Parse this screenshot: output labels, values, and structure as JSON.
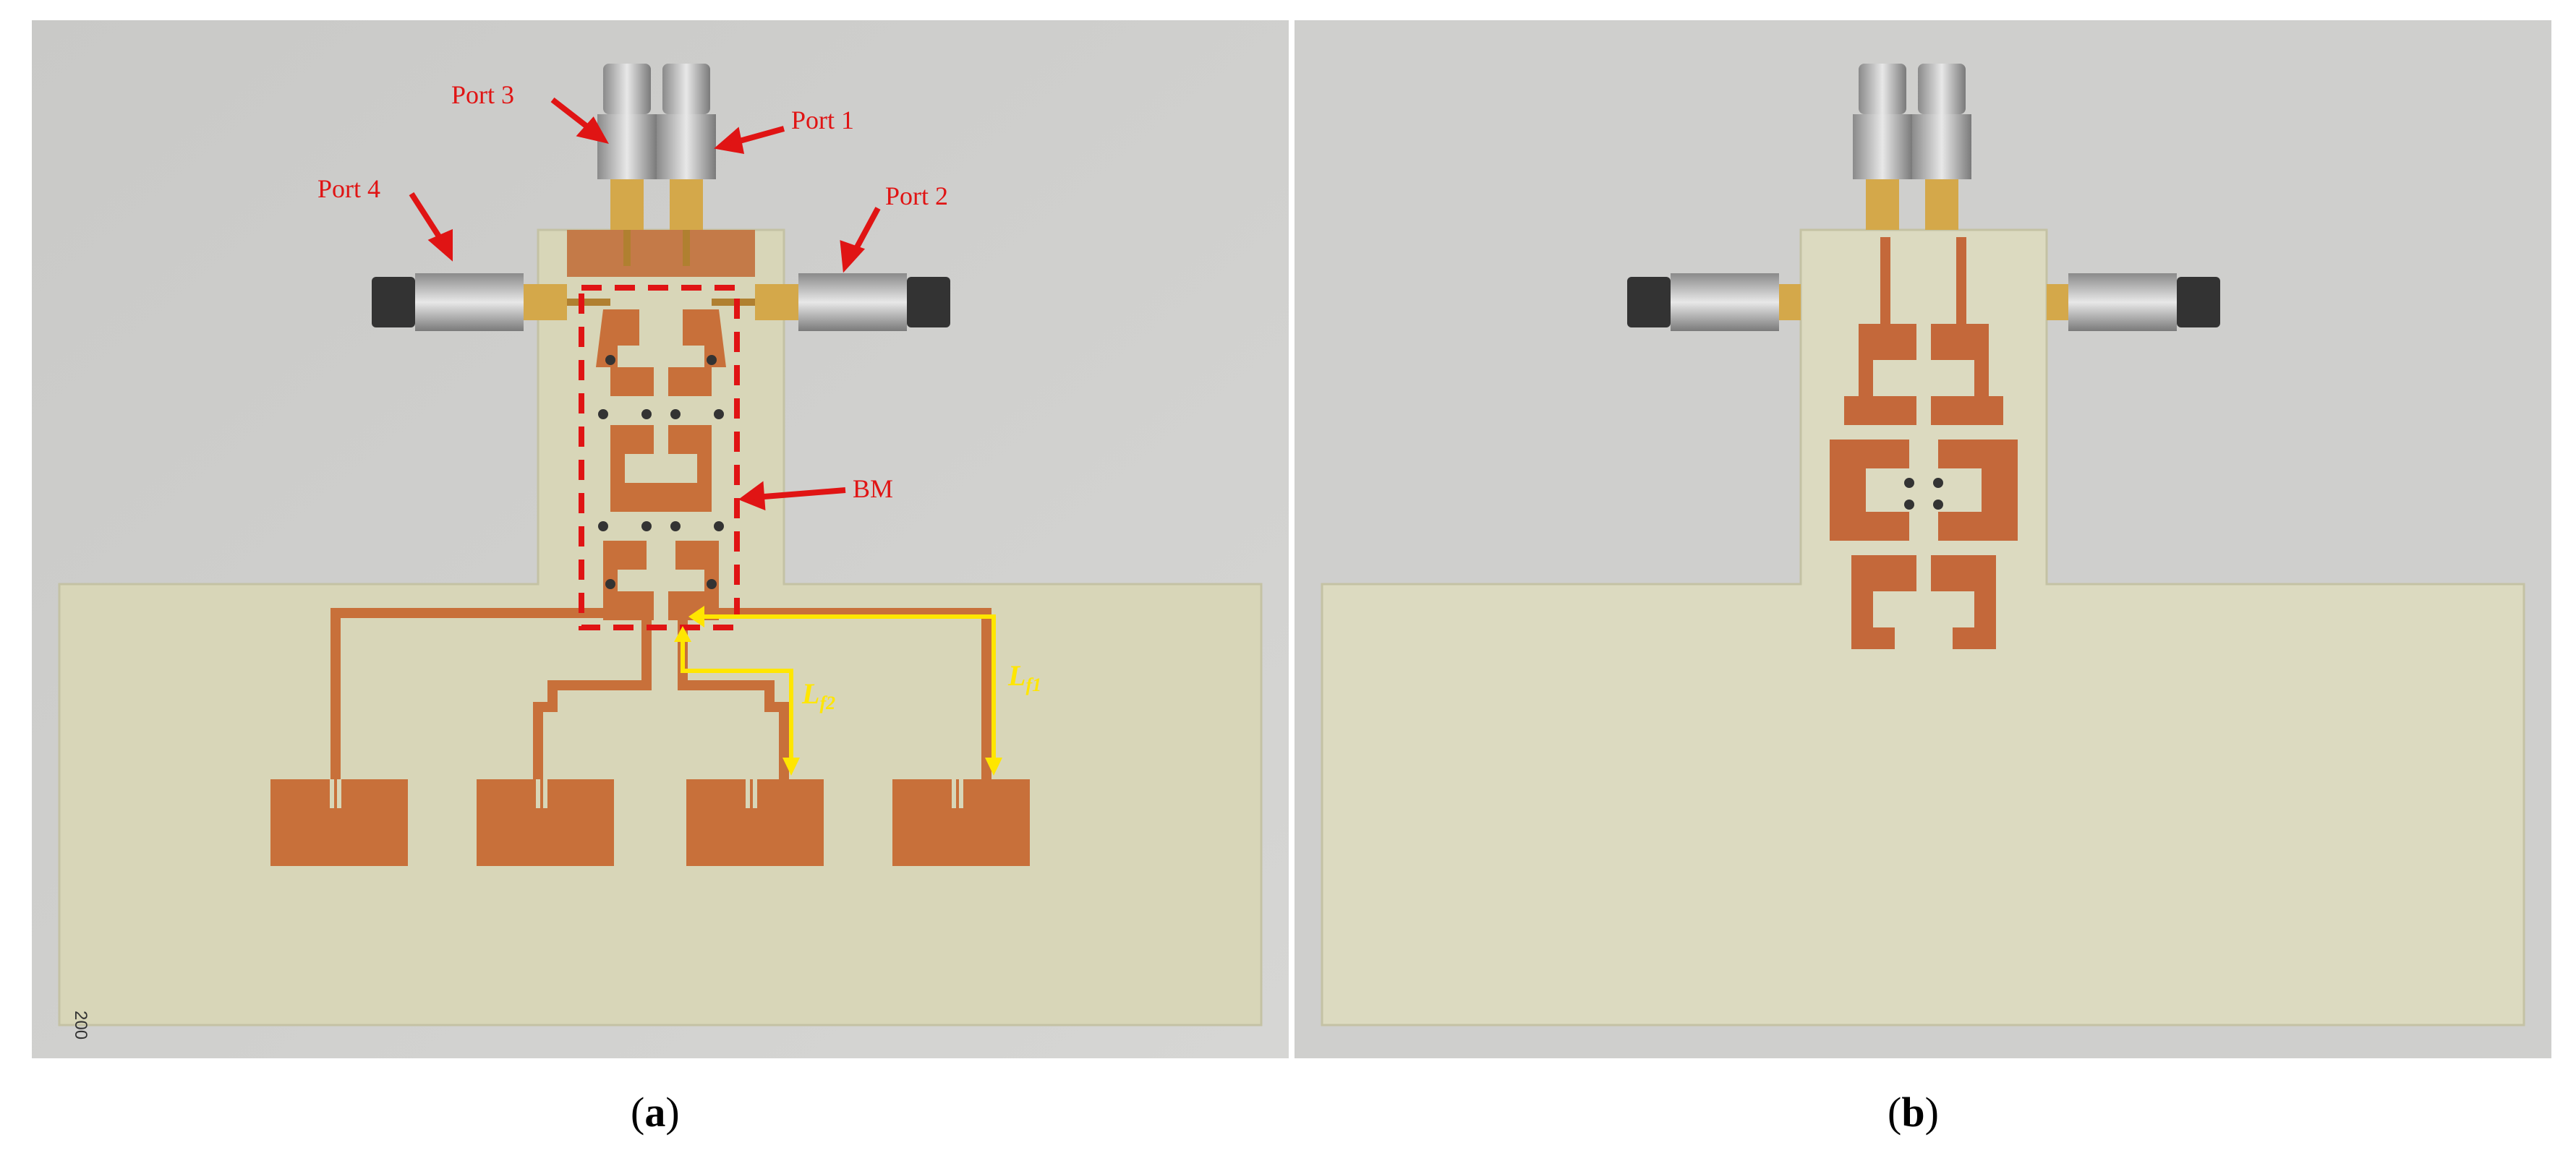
{
  "figure": {
    "panels": [
      {
        "id": "a",
        "caption": "a",
        "labels": {
          "port1": "Port 1",
          "port2": "Port 2",
          "port3": "Port 3",
          "port4": "Port 4",
          "bm": "BM",
          "lf1_main": "L",
          "lf1_sub": "f1",
          "lf2_main": "L",
          "lf2_sub": "f2",
          "board_mark": "200"
        }
      },
      {
        "id": "b",
        "caption": "b"
      }
    ],
    "colors": {
      "background": "#cfcfcd",
      "substrate": "#d8d6b8",
      "copper": "#c8703a",
      "annotation_red": "#e01414",
      "annotation_yellow": "#ffe600"
    }
  }
}
